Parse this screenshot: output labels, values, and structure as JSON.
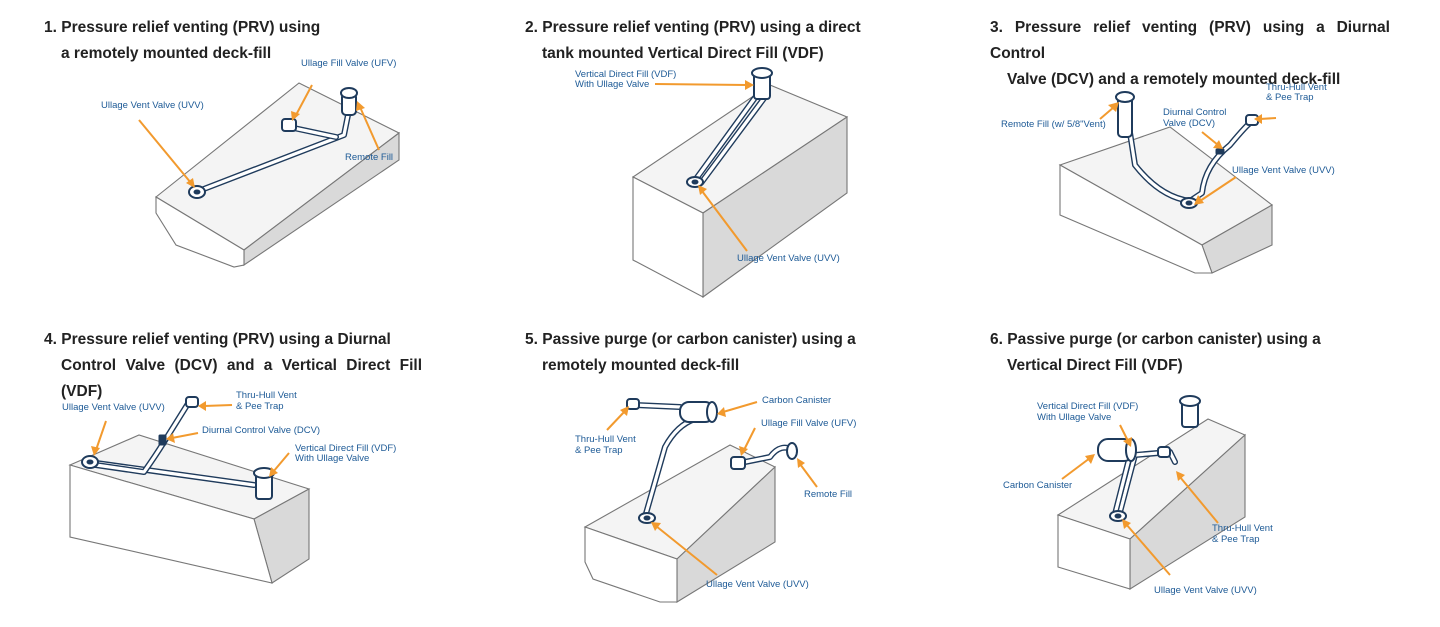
{
  "panels": [
    {
      "number": "1.",
      "title_line1": "Pressure relief venting (PRV) using",
      "title_line2": "a remotely mounted deck-fill",
      "labels": {
        "ufv": "Ullage Fill Valve (UFV)",
        "uvv": "Ullage Vent Valve (UVV)",
        "remote_fill": "Remote Fill"
      }
    },
    {
      "number": "2.",
      "title_line1": "Pressure relief venting (PRV) using a direct",
      "title_line2": "tank mounted Vertical Direct Fill (VDF)",
      "labels": {
        "vdf_1": "Vertical Direct Fill (VDF)",
        "vdf_2": "With Ullage Valve",
        "uvv": "Ullage Vent Valve (UVV)"
      }
    },
    {
      "number": "3.",
      "title_line1": "Pressure relief venting (PRV) using a Diurnal Control",
      "title_line2": "Valve (DCV) and a remotely mounted deck-fill",
      "labels": {
        "thru_1": "Thru-Hull Vent",
        "thru_2": "& Pee Trap",
        "dcv_1": "Diurnal Control",
        "dcv_2": "Valve (DCV)",
        "remote_fill": "Remote Fill (w/ 5/8\"Vent)",
        "uvv": "Ullage Vent Valve (UVV)"
      }
    },
    {
      "number": "4.",
      "title_line1": "Pressure relief venting (PRV) using a Diurnal",
      "title_line2": "Control Valve (DCV) and a Vertical Direct Fill (VDF)",
      "labels": {
        "uvv": "Ullage Vent Valve (UVV)",
        "thru_1": "Thru-Hull Vent",
        "thru_2": "& Pee Trap",
        "dcv": "Diurnal Control Valve (DCV)",
        "vdf_1": "Vertical Direct Fill (VDF)",
        "vdf_2": "With Ullage Valve"
      }
    },
    {
      "number": "5.",
      "title_line1": "Passive purge (or carbon canister) using a",
      "title_line2": "remotely mounted deck-fill",
      "labels": {
        "canister": "Carbon Canister",
        "thru_1": "Thru-Hull Vent",
        "thru_2": "& Pee Trap",
        "ufv": "Ullage Fill Valve (UFV)",
        "remote_fill": "Remote Fill",
        "uvv": "Ullage Vent Valve (UVV)"
      }
    },
    {
      "number": "6.",
      "title_line1": "Passive purge (or carbon canister) using a",
      "title_line2": "Vertical Direct Fill (VDF)",
      "labels": {
        "vdf_1": "Vertical Direct Fill (VDF)",
        "vdf_2": "With Ullage Valve",
        "canister": "Carbon Canister",
        "thru_1": "Thru-Hull Vent",
        "thru_2": "& Pee Trap",
        "uvv": "Ullage Vent Valve (UVV)"
      }
    }
  ],
  "colors": {
    "label_text": "#1d5a96",
    "arrow": "#f29a2e",
    "hose": "#1f3b5c",
    "title_text": "#222222"
  }
}
